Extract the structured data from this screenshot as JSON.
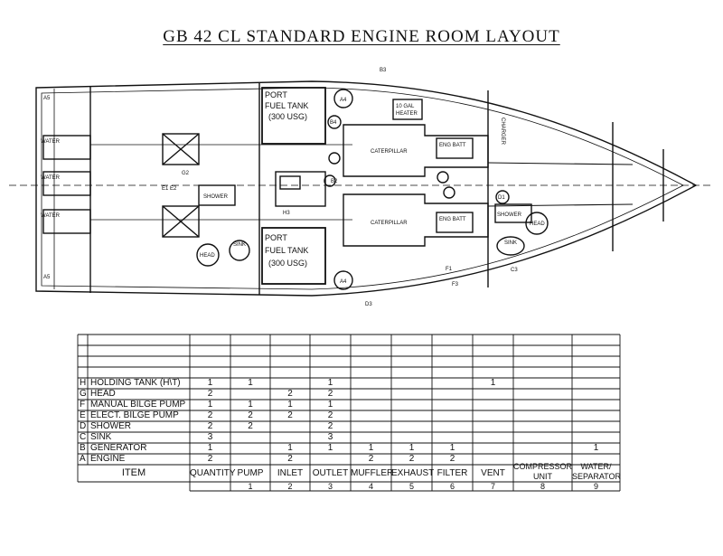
{
  "title": "GB 42 CL STANDARD ENGINE ROOM LAYOUT",
  "plan_labels": {
    "port_fuel_tank_top": "PORT",
    "fuel_tank_top": "FUEL TANK",
    "usg_top": "(300 USG)",
    "port_fuel_tank_bottom": "PORT",
    "fuel_tank_bottom": "FUEL TANK",
    "usg_bottom": "(300 USG)",
    "heater": "10 GAL",
    "heater2": "HEATER",
    "caterpillar_top": "CATERPILLAR",
    "caterpillar_bottom": "CATERPILLAR",
    "eng_batt_top": "ENG BATT",
    "eng_batt_bottom": "ENG BATT",
    "shower_left": "SHOWER",
    "shower_right": "SHOWER",
    "head_left": "HEAD",
    "head_right": "HEAD",
    "sink_left": "SINK",
    "sink_right": "SINK",
    "water_tank_1": "WATER",
    "water_tank_2": "WATER",
    "water_tank_3": "WATER",
    "a4_top": "A4",
    "a4_bottom": "A4",
    "b4": "B4",
    "b2": "B2",
    "b3": "B3",
    "e1e2": "E1 E2",
    "g2": "G2",
    "d1": "D1",
    "f1": "F1",
    "f3": "F3",
    "c3d3": "C3",
    "d3": "D3",
    "h3": "H3",
    "a5_top": "A5",
    "a5_bottom": "A5",
    "charger": "CHARGER"
  },
  "table": {
    "rows": [
      {
        "code": "H",
        "item": "HOLDING TANK (H\\T)",
        "values": [
          "1",
          "1",
          "",
          "1",
          "",
          "",
          "",
          "1",
          "",
          ""
        ]
      },
      {
        "code": "G",
        "item": "HEAD",
        "values": [
          "2",
          "",
          "2",
          "2",
          "",
          "",
          "",
          "",
          "",
          ""
        ]
      },
      {
        "code": "F",
        "item": "MANUAL BILGE PUMP",
        "values": [
          "1",
          "1",
          "1",
          "1",
          "",
          "",
          "",
          "",
          "",
          ""
        ]
      },
      {
        "code": "E",
        "item": "ELECT. BILGE PUMP",
        "values": [
          "2",
          "2",
          "2",
          "2",
          "",
          "",
          "",
          "",
          "",
          ""
        ]
      },
      {
        "code": "D",
        "item": "SHOWER",
        "values": [
          "2",
          "2",
          "",
          "2",
          "",
          "",
          "",
          "",
          "",
          ""
        ]
      },
      {
        "code": "C",
        "item": "SINK",
        "values": [
          "3",
          "",
          "",
          "3",
          "",
          "",
          "",
          "",
          "",
          ""
        ]
      },
      {
        "code": "B",
        "item": "GENERATOR",
        "values": [
          "1",
          "",
          "1",
          "1",
          "1",
          "1",
          "1",
          "",
          "",
          "1"
        ]
      },
      {
        "code": "A",
        "item": "ENGINE",
        "values": [
          "2",
          "",
          "2",
          "",
          "2",
          "2",
          "2",
          "",
          "",
          ""
        ]
      }
    ],
    "item_header": "ITEM",
    "columns": [
      {
        "label": "QUANTITY",
        "num": ""
      },
      {
        "label": "PUMP",
        "num": "1"
      },
      {
        "label": "INLET",
        "num": "2"
      },
      {
        "label": "OUTLET",
        "num": "3"
      },
      {
        "label": "MUFFLER",
        "num": "4"
      },
      {
        "label": "EXHAUST",
        "num": "5"
      },
      {
        "label": "FILTER",
        "num": "6"
      },
      {
        "label": "VENT",
        "num": "7"
      },
      {
        "label": "COMPRESSOR UNIT",
        "num": "8"
      },
      {
        "label": "WATER/ SEPARATOR",
        "num": "9"
      }
    ]
  }
}
